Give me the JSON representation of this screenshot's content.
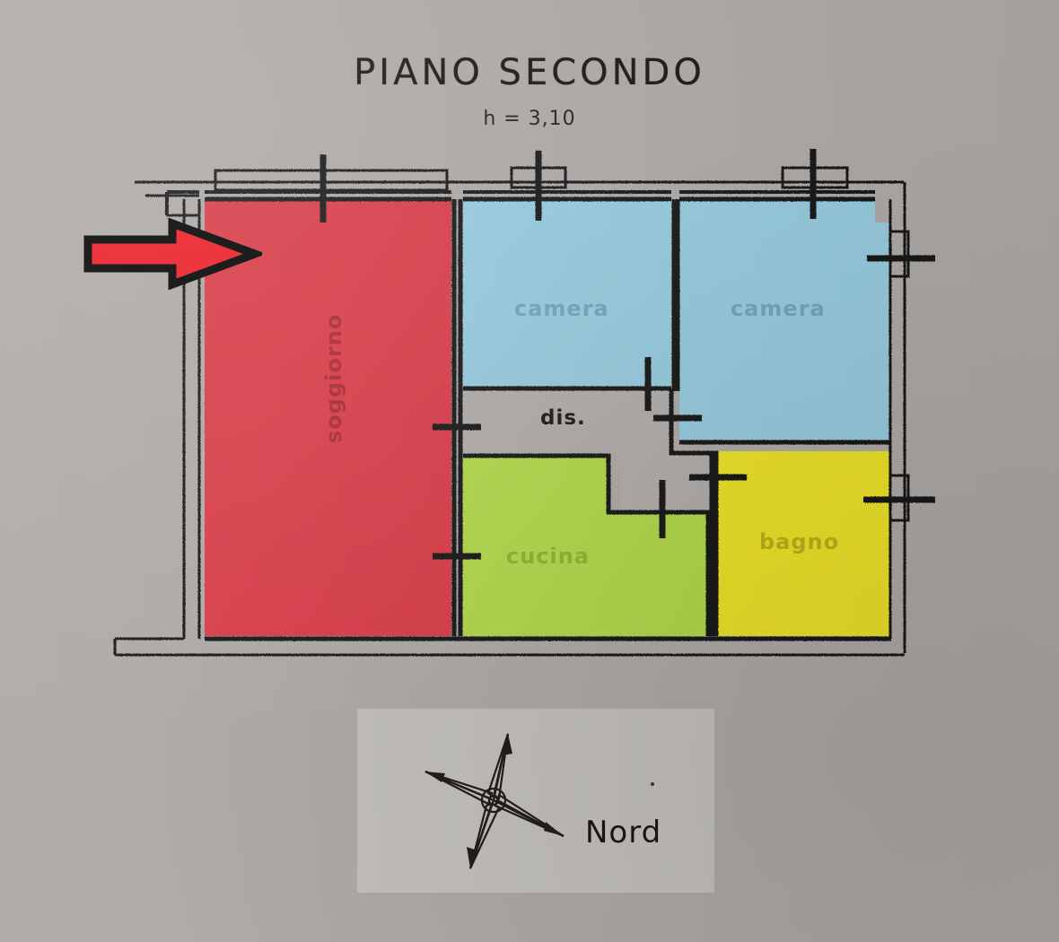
{
  "document": {
    "title": "PIANO SECONDO",
    "subtitle": "h = 3,10",
    "type": "floor-plan",
    "language": "it"
  },
  "legend": {
    "north_label": "Nord"
  },
  "rooms": [
    {
      "id": "soggiorno",
      "label": "soggiorno",
      "color": "#d93b46",
      "label_color": "#8e1f27",
      "orientation": "vertical"
    },
    {
      "id": "camera-1",
      "label": "camera",
      "color": "#95cbde",
      "label_color": "#5a8ea1",
      "orientation": "horizontal"
    },
    {
      "id": "camera-2",
      "label": "camera",
      "color": "#95cbde",
      "label_color": "#5a8ea1",
      "orientation": "horizontal"
    },
    {
      "id": "disimpegno",
      "label": "dis.",
      "color": "#b0aca9",
      "label_color": "#141210",
      "orientation": "horizontal"
    },
    {
      "id": "cucina",
      "label": "cucina",
      "color": "#b1d949",
      "label_color": "#7f9b21",
      "orientation": "horizontal"
    },
    {
      "id": "bagno",
      "label": "bagno",
      "color": "#ede327",
      "label_color": "#9c9410",
      "orientation": "horizontal"
    }
  ],
  "annotations": {
    "entry_arrow": {
      "name": "red-arrow",
      "color": "#ee1c25",
      "outline": "#000000",
      "direction": "right",
      "points_to": "soggiorno"
    }
  },
  "palette": {
    "background": "#ada9a6",
    "wall": "#171513",
    "red": "#d93b46",
    "blue": "#95cbde",
    "green": "#b1d949",
    "yellow": "#ede327",
    "gray_room": "#b0aca9"
  }
}
